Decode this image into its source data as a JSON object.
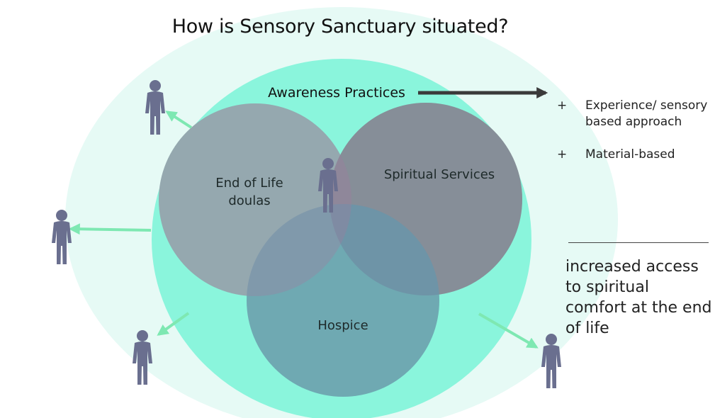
{
  "title": "How is Sensory Sanctuary situated?",
  "venn": {
    "outer_label": "Awareness Practices",
    "circles": [
      {
        "label": "End of Life doulas"
      },
      {
        "label": "Spiritual Services"
      },
      {
        "label": "Hospice"
      }
    ]
  },
  "bullets": [
    {
      "mark": "+",
      "text": "Experience/ sensory based approach"
    },
    {
      "mark": "+",
      "text": "Material-based"
    }
  ],
  "conclusion": "increased access to spiritual comfort at the end of life",
  "icons": [
    "person-icon",
    "arrow-icon"
  ],
  "colors": {
    "outer_halo": "#e6faf5",
    "inner_field": "#8af5dc",
    "end_of_life": "#8fc0b9",
    "spiritual": "#9b9f97",
    "hospice": "#6fa9b2",
    "person": "#6a6f8f",
    "arrow_green": "#7ee8b2",
    "arrow_dark": "#3a3a3a"
  }
}
